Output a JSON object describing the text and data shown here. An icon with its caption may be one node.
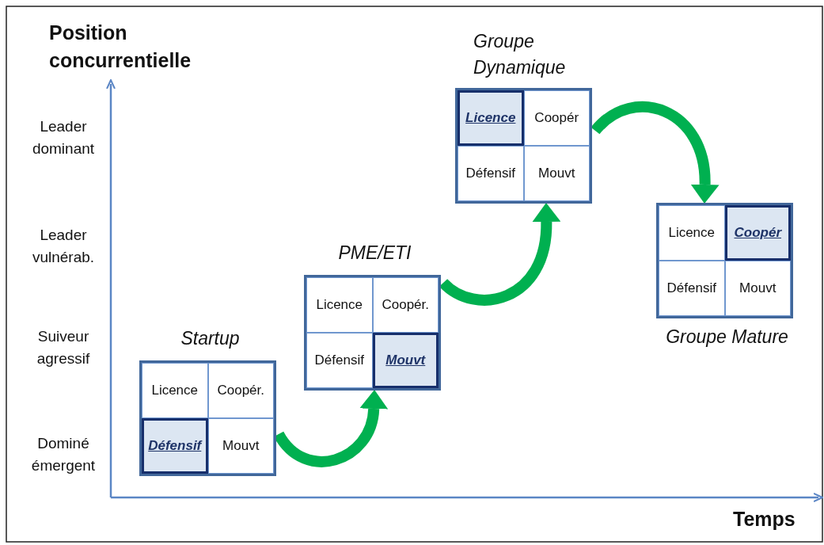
{
  "diagram": {
    "nodes": [
      {
        "text": [
          "Startup"
        ]
      },
      {
        "text": [
          "Licence"
        ],
        "in": 0
      },
      {
        "text": [
          "Coopér."
        ],
        "in": 0
      },
      {
        "text": [
          "Défensif"
        ],
        "in": 0
      },
      {
        "text": [
          "Mouvt"
        ],
        "in": 0
      },
      {
        "text": [
          "PME/ETI"
        ]
      },
      {
        "text": [
          "Licence"
        ],
        "in": 5
      },
      {
        "text": [
          "Coopér."
        ],
        "in": 5
      },
      {
        "text": [
          "Défensif"
        ],
        "in": 5
      },
      {
        "text": [
          "Mouvt"
        ],
        "in": 5
      },
      {
        "text": [
          "Groupe Dynamique"
        ]
      },
      {
        "text": [
          "Licence"
        ],
        "in": 10
      },
      {
        "text": [
          "Coopér"
        ],
        "in": 10
      },
      {
        "text": [
          "Défensif"
        ],
        "in": 10
      },
      {
        "text": [
          "Mouvt"
        ],
        "in": 10
      },
      {
        "text": [
          "Groupe Mature"
        ]
      },
      {
        "text": [
          "Licence"
        ],
        "in": 15
      },
      {
        "text": [
          "Coopér"
        ],
        "in": 15
      },
      {
        "text": [
          "Défensif"
        ],
        "in": 15
      },
      {
        "text": [
          "Mouvt"
        ],
        "in": 15
      }
    ],
    "edges": [
      {
        "from": 0,
        "to": 5,
        "arrow": "to"
      },
      {
        "from": 5,
        "to": 10,
        "arrow": "to"
      },
      {
        "from": 10,
        "to": 15,
        "arrow": "to"
      }
    ],
    "labels": [
      "Position concurrentielle",
      "Leader dominant",
      "Leader vulnérab.",
      "Suiveur agressif",
      "Dominé émergent",
      "Temps"
    ]
  }
}
